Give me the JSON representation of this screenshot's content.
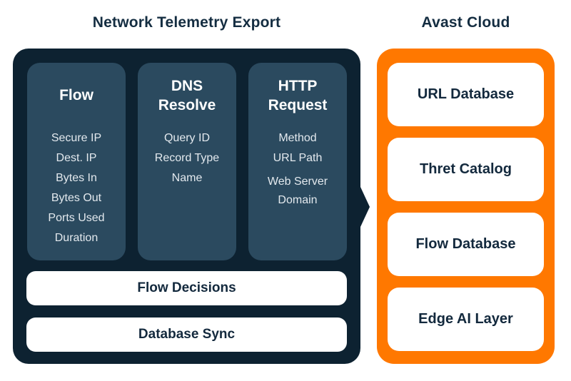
{
  "colors": {
    "background": "#ffffff",
    "navy_panel": "#0d2231",
    "slate_column": "#2b4a5f",
    "orange_panel": "#ff7800",
    "title_text": "#142d41",
    "dark_text_on_white": "#13293d",
    "light_item_text": "#e3e9ee"
  },
  "left_section": {
    "title": "Network Telemetry Export",
    "columns": [
      {
        "header": "Flow",
        "items": [
          "Secure IP",
          "Dest. IP",
          "Bytes In",
          "Bytes Out",
          "Ports Used",
          "Duration"
        ]
      },
      {
        "header": "DNS Resolve",
        "items": [
          "Query ID",
          "Record Type",
          "Name"
        ]
      },
      {
        "header": "HTTP Request",
        "items": [
          "Method",
          "URL Path",
          "Web Server Domain"
        ]
      }
    ],
    "bars": [
      "Flow Decisions",
      "Database Sync"
    ]
  },
  "right_section": {
    "title": "Avast Cloud",
    "boxes": [
      "URL Database",
      "Thret Catalog",
      "Flow Database",
      "Edge AI Layer"
    ]
  }
}
